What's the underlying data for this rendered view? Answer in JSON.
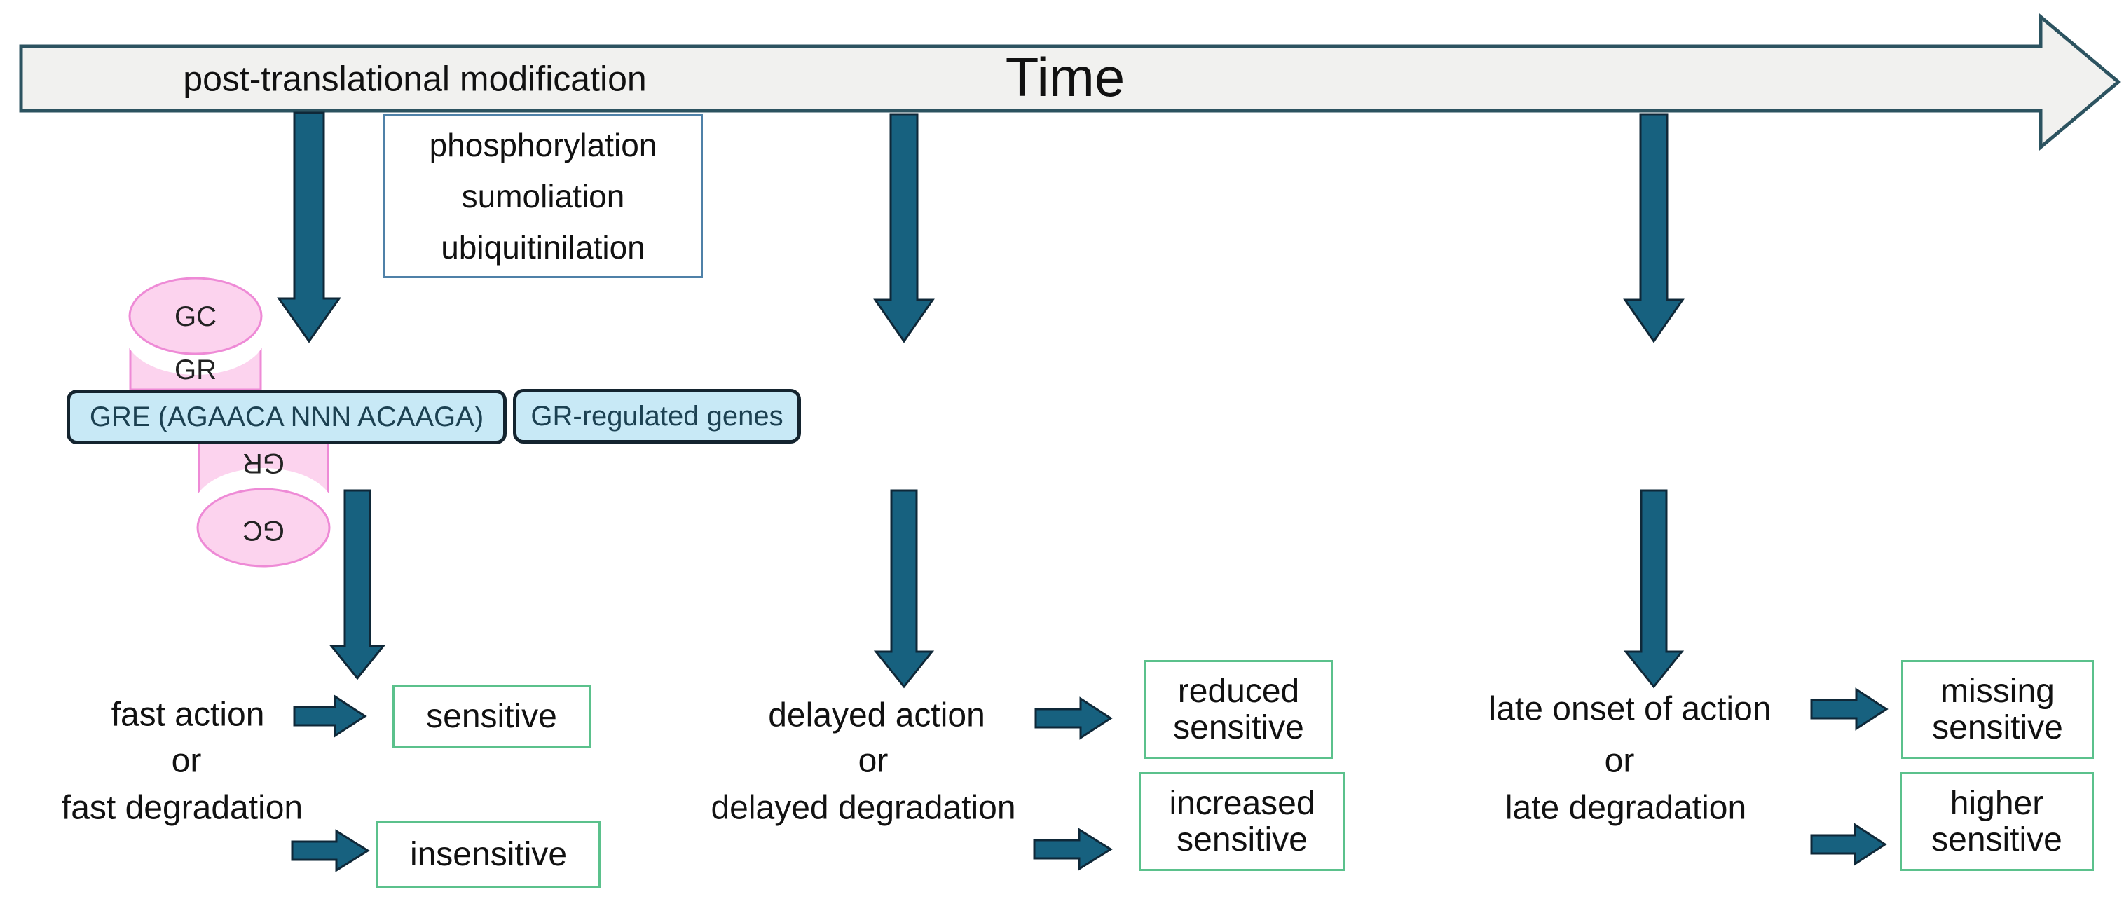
{
  "colors": {
    "arrow_teal": "#17617F",
    "arrow_outline": "#0F2838",
    "time_bar_fill": "#F1F1EF",
    "time_bar_border": "#2C5360",
    "pink_fill": "#FCD3EE",
    "pink_border": "#EE8AD6",
    "dna_box_fill": "#C8E9F6",
    "dna_box_border": "#14242F",
    "dna_text": "#1C4152",
    "outcome_box_border": "#5BC18C",
    "modification_box_border": "#4F81A8"
  },
  "timeline": {
    "label": "post-translational modification",
    "title": "Time"
  },
  "modification_box": {
    "lines": [
      "phosphorylation",
      "sumoliation",
      "ubiquitinilation"
    ]
  },
  "gr_complex": {
    "top_gc": "GC",
    "top_gr": "GR",
    "gre": "GRE (AGAACA NNN ACAAGA)",
    "genes": "GR-regulated genes",
    "bottom_gr": "GR",
    "bottom_gc": "GC"
  },
  "columns": [
    {
      "action": "fast action",
      "or": "or",
      "degradation": "fast degradation",
      "outcome1": [
        "sensitive"
      ],
      "outcome2": [
        "insensitive"
      ]
    },
    {
      "action": "delayed action",
      "or": "or",
      "degradation": "delayed degradation",
      "outcome1": [
        "reduced",
        "sensitive"
      ],
      "outcome2": [
        "increased",
        "sensitive"
      ]
    },
    {
      "action": "late onset of action",
      "or": "or",
      "degradation": "late degradation",
      "outcome1": [
        "missing",
        "sensitive"
      ],
      "outcome2": [
        "higher",
        "sensitive"
      ]
    }
  ]
}
